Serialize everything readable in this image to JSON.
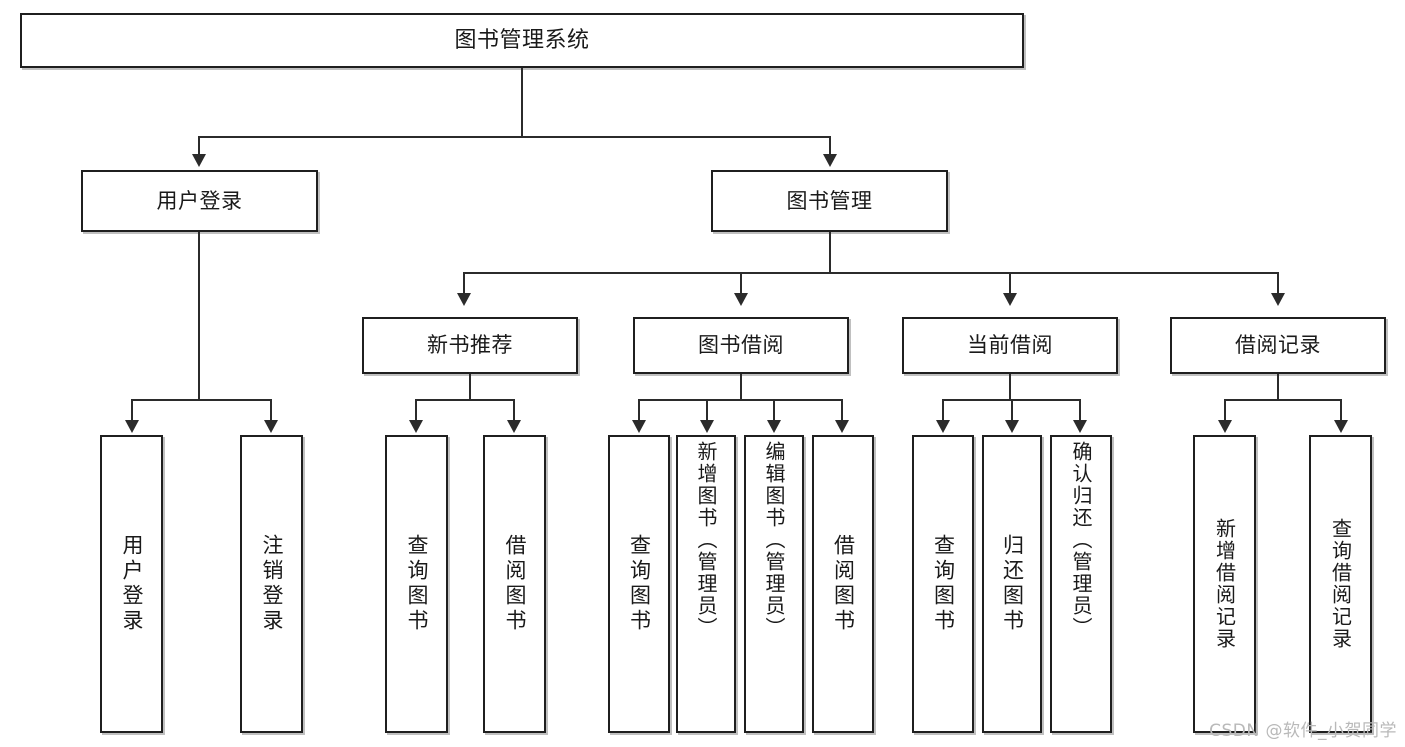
{
  "diagram": {
    "title": "图书管理系统",
    "type": "tree",
    "watermark": "CSDN @软件_小贺同学",
    "nodes": {
      "root": {
        "label": "图书管理系统"
      },
      "level2": [
        {
          "id": "user-login",
          "label": "用户登录"
        },
        {
          "id": "book-manage",
          "label": "图书管理"
        }
      ],
      "level3": [
        {
          "id": "new-book-recommend",
          "label": "新书推荐"
        },
        {
          "id": "book-borrow",
          "label": "图书借阅"
        },
        {
          "id": "current-borrow",
          "label": "当前借阅"
        },
        {
          "id": "borrow-record",
          "label": "借阅记录"
        }
      ],
      "leaves": [
        {
          "id": "leaf-user-login",
          "label": "用户登录",
          "parent": "user-login"
        },
        {
          "id": "leaf-user-logout",
          "label": "注销登录",
          "parent": "user-login"
        },
        {
          "id": "leaf-query-book-1",
          "label": "查询图书",
          "parent": "new-book-recommend"
        },
        {
          "id": "leaf-borrow-book-1",
          "label": "借阅图书",
          "parent": "new-book-recommend"
        },
        {
          "id": "leaf-query-book-2",
          "label": "查询图书",
          "parent": "book-borrow"
        },
        {
          "id": "leaf-add-book",
          "label": "新增图书（管理员）",
          "parent": "book-borrow"
        },
        {
          "id": "leaf-edit-book",
          "label": "编辑图书（管理员）",
          "parent": "book-borrow"
        },
        {
          "id": "leaf-borrow-book-2",
          "label": "借阅图书",
          "parent": "book-borrow"
        },
        {
          "id": "leaf-query-book-3",
          "label": "查询图书",
          "parent": "current-borrow"
        },
        {
          "id": "leaf-return-book",
          "label": "归还图书",
          "parent": "current-borrow"
        },
        {
          "id": "leaf-confirm-return",
          "label": "确认归还（管理员）",
          "parent": "current-borrow"
        },
        {
          "id": "leaf-add-record",
          "label": "新增借阅记录",
          "parent": "borrow-record"
        },
        {
          "id": "leaf-query-record",
          "label": "查询借阅记录",
          "parent": "borrow-record"
        }
      ]
    },
    "colors": {
      "stroke": "#1f1f1f",
      "connector": "#2b2b2b",
      "background": "#ffffff",
      "watermark": "#b9b9b9"
    }
  }
}
